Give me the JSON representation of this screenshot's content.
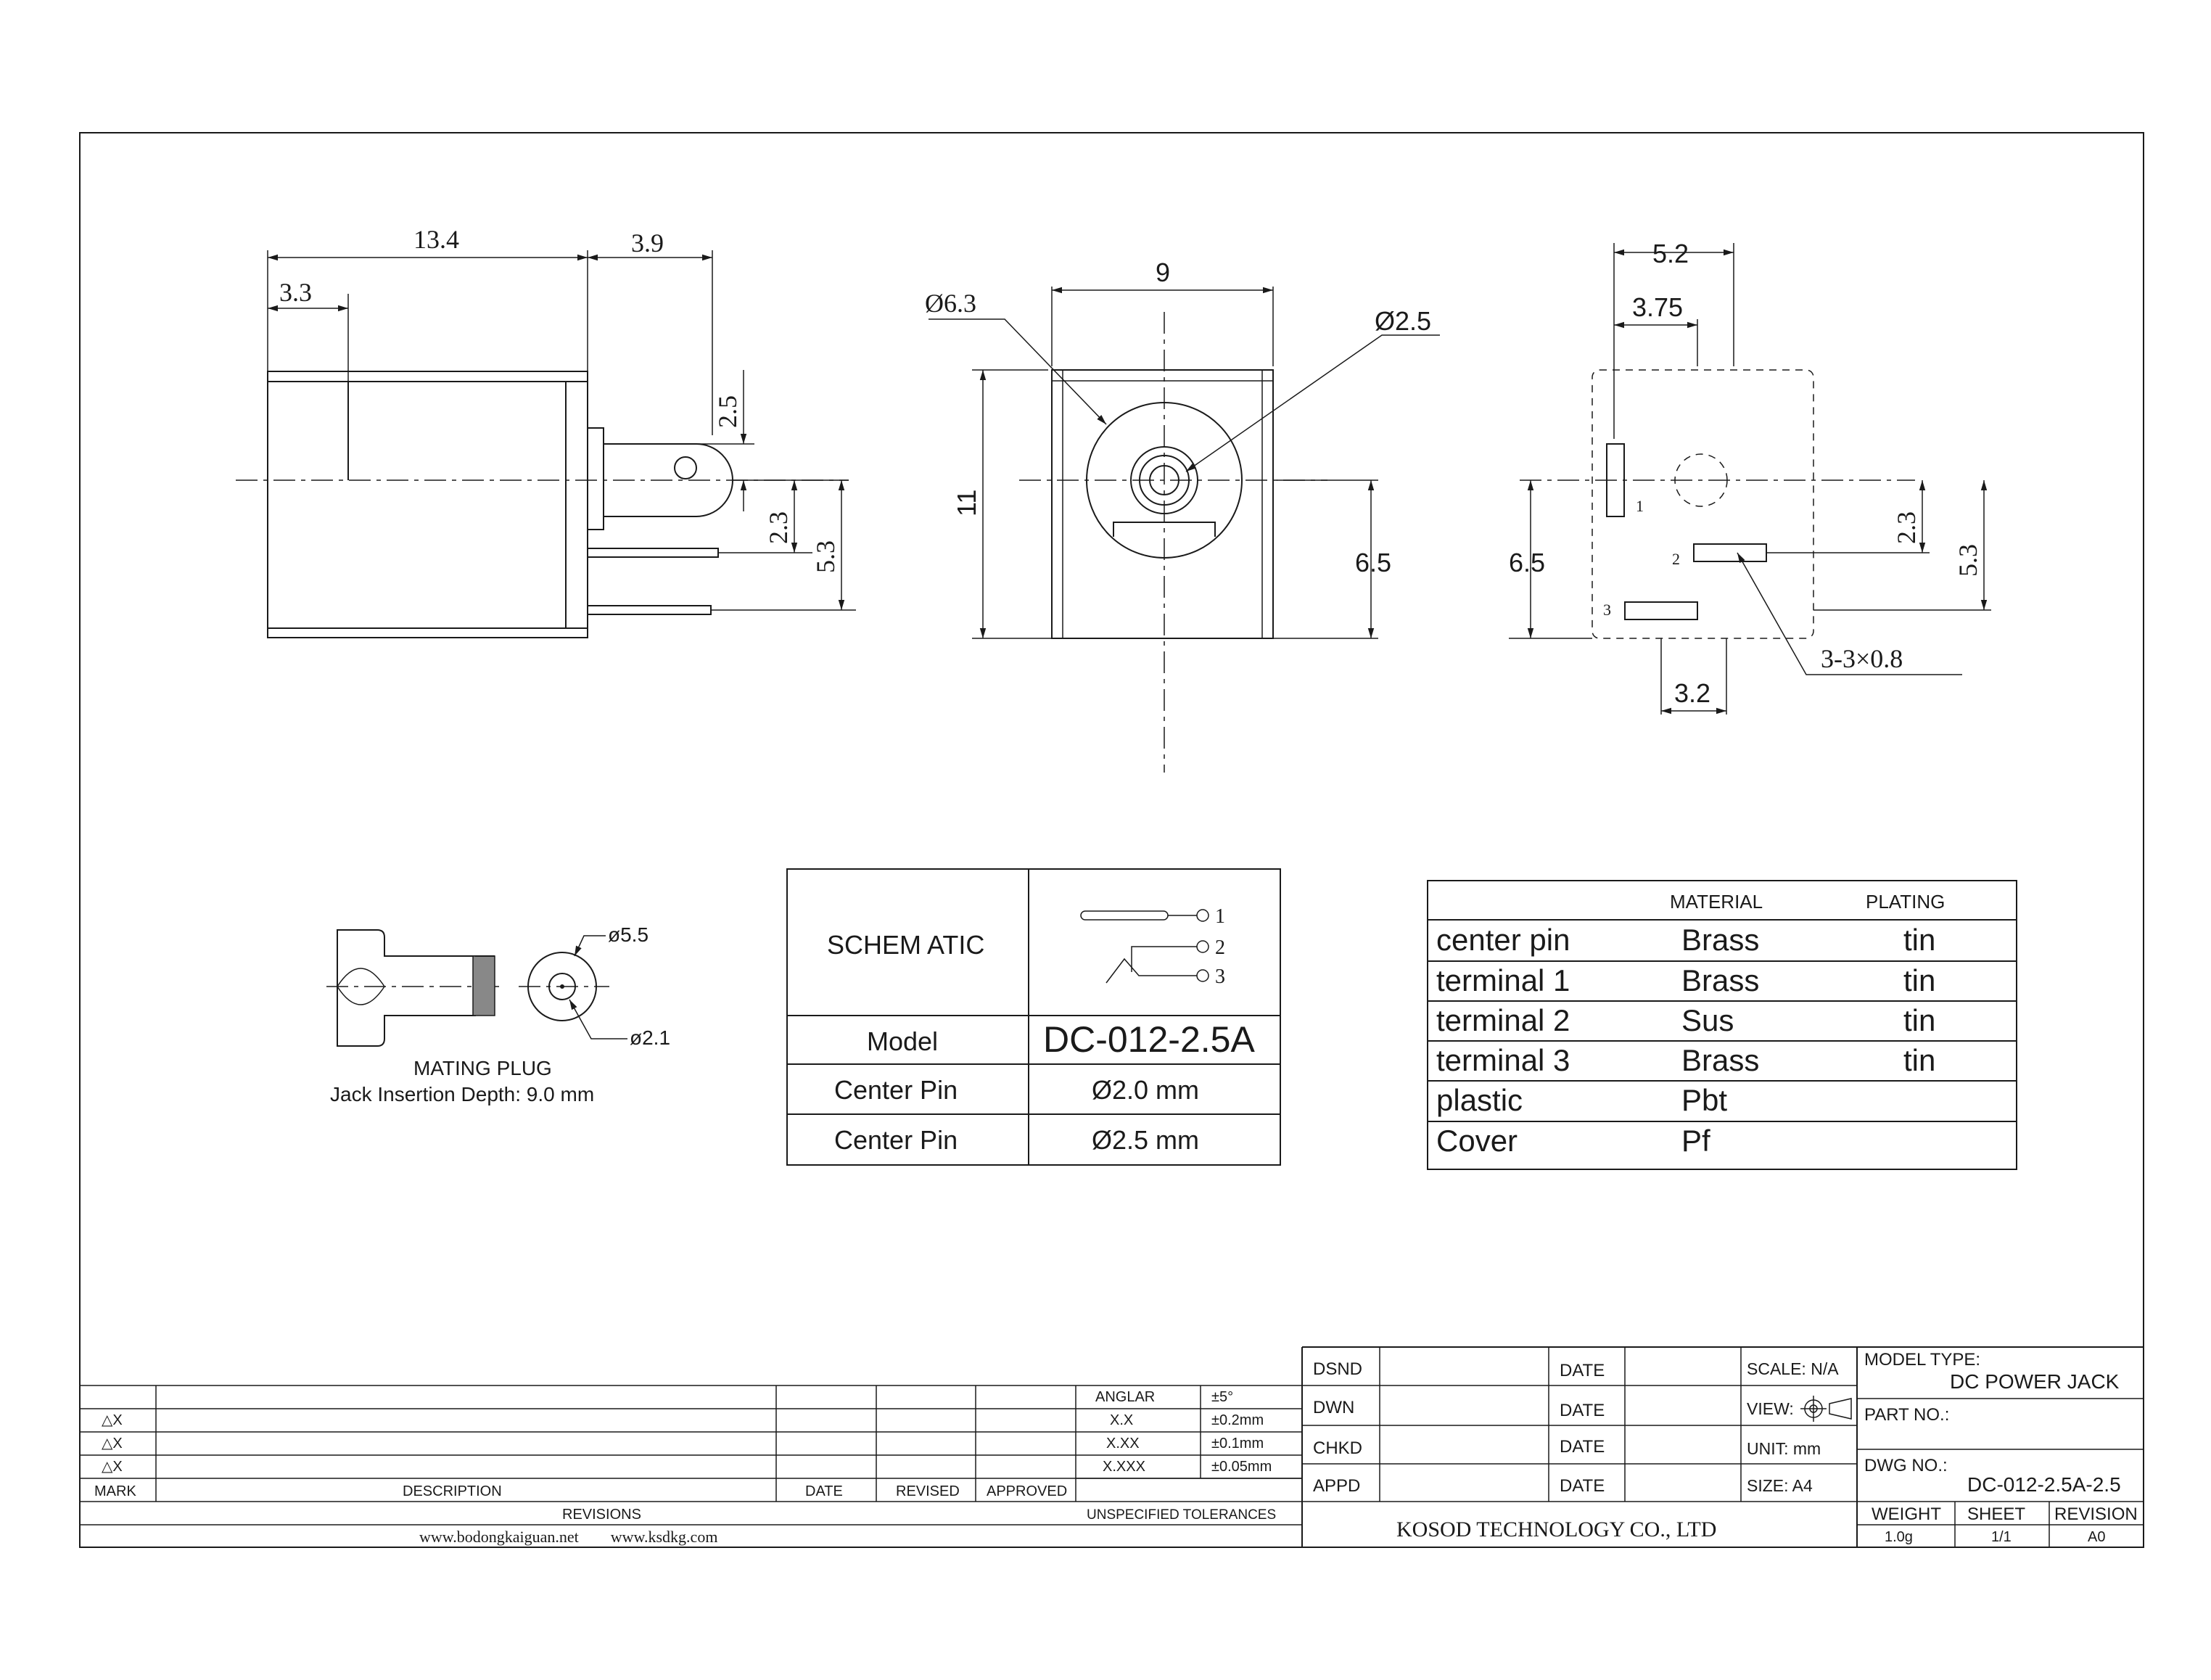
{
  "side_view": {
    "dims": [
      "13.4",
      "3.9",
      "3.3",
      "2.5",
      "2.3",
      "5.3"
    ]
  },
  "front_view": {
    "dims": [
      "9",
      "Ø6.3",
      "Ø2.5",
      "11",
      "6.5"
    ]
  },
  "rear_view": {
    "dims": [
      "5.2",
      "3.75",
      "2.3",
      "5.3",
      "6.5",
      "3.2",
      "3-3×0.8"
    ],
    "pin_labels": [
      "1",
      "2",
      "3"
    ]
  },
  "mating_plug": {
    "title": "MATING PLUG",
    "insertion_depth": "Jack Insertion Depth: 9.0 mm",
    "outer_diameter": "ø5.5",
    "inner_diameter": "ø2.1"
  },
  "schematic_table": {
    "schematic_label": "SCHEM ATIC",
    "pin_numbers": [
      "1",
      "2",
      "3"
    ],
    "rows": [
      {
        "label": "Model",
        "value": "DC-012-2.5A"
      },
      {
        "label": "Center Pin",
        "value": "Ø2.0 mm"
      },
      {
        "label": "Center Pin",
        "value": "Ø2.5 mm"
      }
    ]
  },
  "material_table": {
    "headers": [
      "MATERIAL",
      "PLATING"
    ],
    "rows": [
      {
        "part": "center pin",
        "material": "Brass",
        "plating": "tin"
      },
      {
        "part": "terminal 1",
        "material": "Brass",
        "plating": "tin"
      },
      {
        "part": "terminal 2",
        "material": "Sus",
        "plating": "tin"
      },
      {
        "part": "terminal 3",
        "material": "Brass",
        "plating": "tin"
      },
      {
        "part": "plastic",
        "material": "Pbt",
        "plating": ""
      },
      {
        "part": "Cover",
        "material": "Pf",
        "plating": ""
      }
    ]
  },
  "revisions_block": {
    "tolerances": [
      {
        "label": "ANGLAR",
        "value": "±5°"
      },
      {
        "label": "X.X",
        "value": "±0.2mm"
      },
      {
        "label": "X.XX",
        "value": "±0.1mm"
      },
      {
        "label": "X.XXX",
        "value": "±0.05mm"
      }
    ],
    "triangle_rows": [
      "△X",
      "△X",
      "△X"
    ],
    "columns": [
      "MARK",
      "DESCRIPTION",
      "DATE",
      "REVISED",
      "APPROVED"
    ],
    "revisions_label": "REVISIONS",
    "unspecified_label": "UNSPECIFIED TOLERANCES",
    "websites": "www.bodongkaiguan.net        www.ksdkg.com"
  },
  "title_block": {
    "sign_rows": [
      "DSND",
      "DWN",
      "CHKD",
      "APPD"
    ],
    "date_label": "DATE",
    "scale": "SCALE: N/A",
    "view": "VIEW:",
    "unit": "UNIT: mm",
    "size": "SIZE: A4",
    "model_type_label": "MODEL TYPE:",
    "model_type": "DC POWER JACK",
    "part_no_label": "PART NO.:",
    "dwg_no_label": "DWG NO.:",
    "dwg_no": "DC-012-2.5A-2.5",
    "company": "KOSOD TECHNOLOGY CO., LTD",
    "weight_label": "WEIGHT",
    "weight": "1.0g",
    "sheet_label": "SHEET",
    "sheet": "1/1",
    "revision_label": "REVISION",
    "revision": "A0"
  }
}
